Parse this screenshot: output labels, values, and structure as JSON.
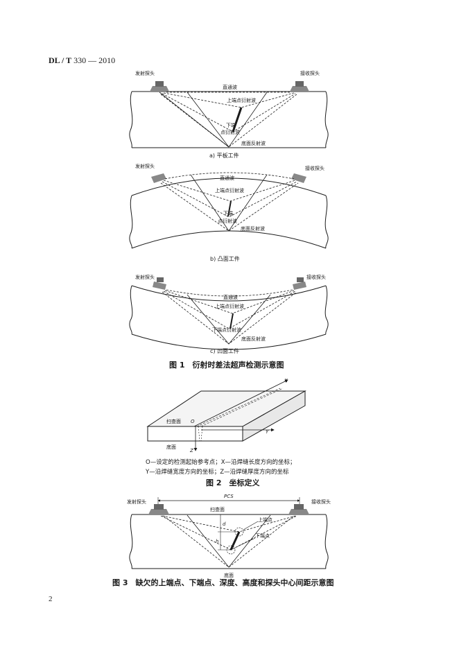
{
  "header": {
    "code_bold": "DL / T",
    "code_rest": " 330 — 2010"
  },
  "page_number": "2",
  "figure1": {
    "transmit_probe": "发射探头",
    "receive_probe": "接收探头",
    "lateral_wave": "直通波",
    "upper_tip": "上端点衍射波",
    "lower_tip_line1": "下端",
    "lower_tip_line2": "点衍射波",
    "lower_tip_full": "下端点衍射波",
    "back_wall": "底面反射波",
    "sub_a": "a) 平板工件",
    "sub_b": "b) 凸面工件",
    "sub_c": "c) 凹面工件",
    "caption": "图 1　衍射时差法超声检测示意图"
  },
  "figure2": {
    "scan_surface": "扫查面",
    "bottom": "底面",
    "axis_o": "O",
    "axis_x": "X",
    "axis_y": "Y",
    "axis_z": "Z",
    "legend_line1": "O—设定的检测起始参考点；X—沿焊缝长度方向的坐标；",
    "legend_line2": "Y—沿焊缝宽度方向的坐标；Z—沿焊缝厚度方向的坐标",
    "caption": "图 2　坐标定义"
  },
  "figure3": {
    "transmit_probe": "发射探头",
    "receive_probe": "接收探头",
    "pcs": "PCS",
    "scan_surface": "扫查面",
    "upper_tip": "上端点",
    "lower_tip": "下端点",
    "bottom": "底面",
    "label_d": "d",
    "label_h": "h",
    "caption": "图 3　缺欠的上端点、下端点、深度、高度和探头中心间距示意图"
  }
}
